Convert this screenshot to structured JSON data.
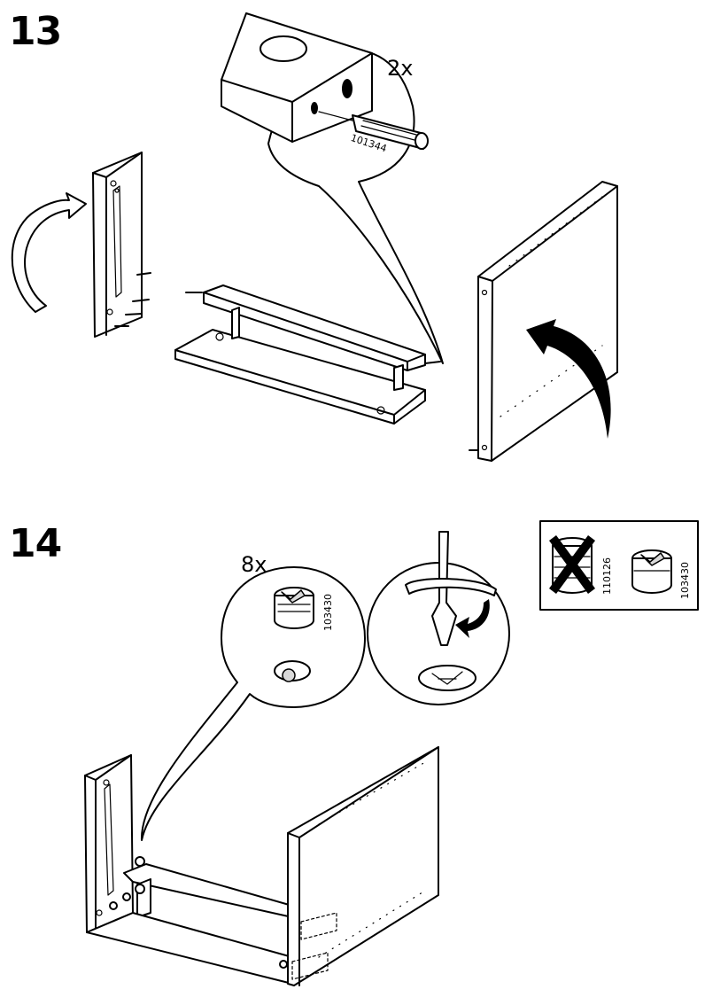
{
  "step13": {
    "number": "13",
    "quantity": "2x",
    "part_dowel": "101344"
  },
  "step14": {
    "number": "14",
    "quantity": "8x",
    "part_cam": "103430",
    "legend": {
      "wrong_part": "110126",
      "right_part": "103430",
      "wrong_mark": "x-cross-icon"
    }
  },
  "colors": {
    "ink": "#000000",
    "paper": "#ffffff",
    "shade": "#d9d9d9"
  }
}
